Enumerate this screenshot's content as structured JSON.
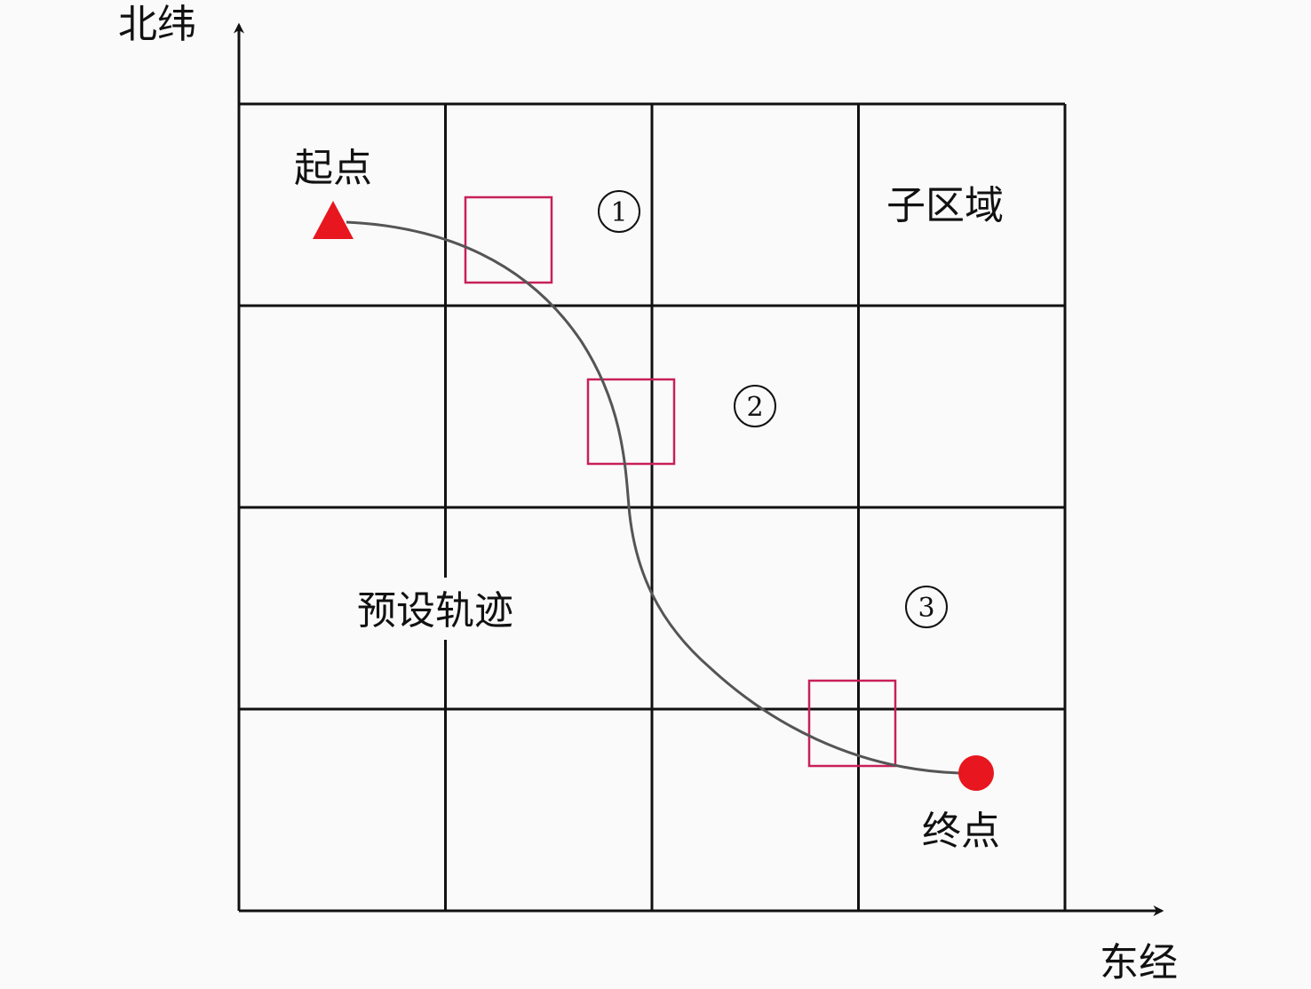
{
  "axes": {
    "y_label": "北纬",
    "x_label": "东经"
  },
  "labels": {
    "start": "起点",
    "end": "终点",
    "subregion": "子区域",
    "trajectory": "预设轨迹"
  },
  "markers": [
    "1",
    "2",
    "3"
  ],
  "grid": {
    "rows": 4,
    "cols": 4
  },
  "colors": {
    "grid": "#111111",
    "trajectory": "#555555",
    "box": "#c8205a",
    "start_end": "#e8161e"
  }
}
